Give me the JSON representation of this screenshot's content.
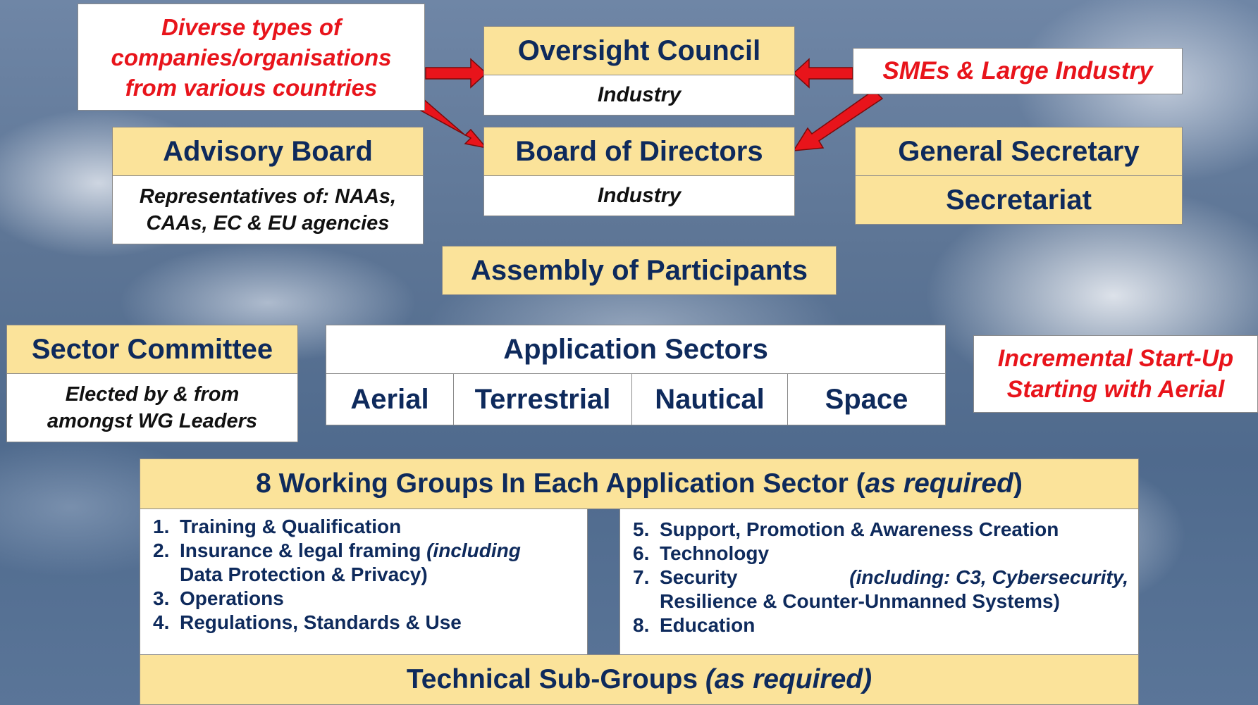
{
  "colors": {
    "box_yellow": "#fbe39a",
    "text_navy": "#0e2a5c",
    "text_red": "#e8141b",
    "arrow_red": "#e8141b"
  },
  "note_diverse": [
    "Diverse types of",
    "companies/organisations",
    "from various countries"
  ],
  "note_smes": "SMEs & Large Industry",
  "oversight": {
    "title": "Oversight Council",
    "sub": "Industry"
  },
  "board": {
    "title": "Board of Directors",
    "sub": "Industry"
  },
  "advisory": {
    "title": "Advisory Board",
    "sub": [
      "Representatives of: NAAs,",
      "CAAs, EC & EU agencies"
    ]
  },
  "general": {
    "title": "General Secretary",
    "sub": "Secretariat"
  },
  "assembly": "Assembly of Participants",
  "sector_committee": {
    "title": "Sector Committee",
    "sub": [
      "Elected by & from",
      "amongst WG Leaders"
    ]
  },
  "application_sectors": {
    "title": "Application Sectors",
    "items": [
      "Aerial",
      "Terrestrial",
      "Nautical",
      "Space"
    ]
  },
  "note_incremental": [
    "Incremental Start-Up",
    "Starting with Aerial"
  ],
  "working_groups": {
    "title_main": "8 Working Groups In Each Application Sector (",
    "title_italic": "as required",
    "title_end": ")",
    "left": [
      {
        "num": "1.",
        "text": "Training & Qualification"
      },
      {
        "num": "2.",
        "text": "Insurance & legal framing ",
        "italic": "(including",
        "cont": "Data Protection & Privacy)"
      },
      {
        "num": "3.",
        "text": "Operations"
      },
      {
        "num": "4.",
        "text": "Regulations, Standards & Use"
      }
    ],
    "right": [
      {
        "num": "5.",
        "text": "Support, Promotion & Awareness Creation"
      },
      {
        "num": "6.",
        "text": "Technology"
      },
      {
        "num": "7.",
        "text": "Security ",
        "italic": "(including: C3, Cybersecurity,",
        "cont": "Resilience & Counter-Unmanned Systems)"
      },
      {
        "num": "8.",
        "text": "Education"
      }
    ]
  },
  "technical": {
    "main": "Technical Sub-Groups ",
    "italic": "(as required)"
  }
}
